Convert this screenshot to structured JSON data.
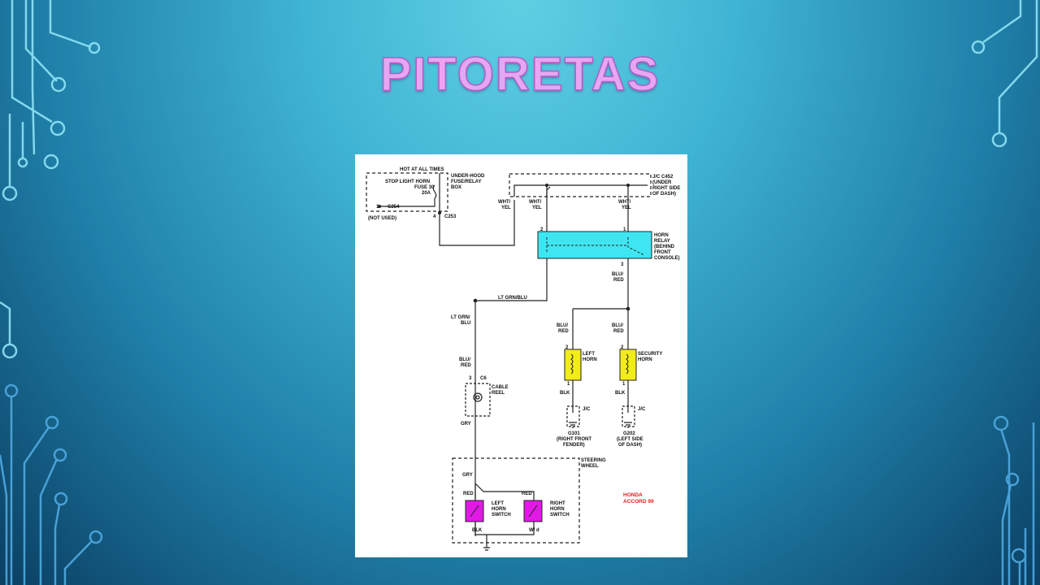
{
  "slide": {
    "title": "PITORETAS"
  },
  "diagram": {
    "fuse_box": {
      "header": "HOT AT ALL TIMES",
      "fuse_name_1": "STOP LIGHT HORN",
      "fuse_name_2": "FUSE 30",
      "fuse_rating": "20A",
      "box_label_1": "UNDER-HOOD",
      "box_label_2": "FUSE/RELAY",
      "box_label_3": "BOX",
      "pin_1": "1",
      "pin_4": "4",
      "conn_c254": "C254",
      "conn_c253": "C253",
      "not_used": "(NOT USED)"
    },
    "junction": {
      "label_1": "J/C C452",
      "label_2": "(UNDER",
      "label_3": "RIGHT SIDE",
      "label_4": "OF DASH)"
    },
    "wires": {
      "wht_yel_a_1": "WHT/",
      "wht_yel_a_2": "YEL",
      "wht_yel_b_1": "WHT/",
      "wht_yel_b_2": "YEL",
      "wht_yel_c_1": "WHT/",
      "wht_yel_c_2": "YEL",
      "lt_grn_blu_h": "LT GRN/BLU",
      "lt_grn_blu_v_1": "LT GRN/",
      "lt_grn_blu_v_2": "BLU",
      "blu_red_relay_1": "BLU/",
      "blu_red_relay_2": "RED",
      "blu_red_cable_1": "BLU/",
      "blu_red_cable_2": "RED",
      "blu_red_left_1": "BLU/",
      "blu_red_left_2": "RED",
      "blu_red_sec_1": "BLU/",
      "blu_red_sec_2": "RED",
      "blk_left": "BLK",
      "blk_sec": "BLK",
      "gry_upper": "GRY",
      "gry_lower": "GRY",
      "red_left": "RED",
      "red_right": "RED",
      "blk_switch_left": "BLK",
      "blk_switch_right": "W/ d"
    },
    "relay": {
      "label_1": "HORN",
      "label_2": "RELAY",
      "label_3": "(BEHIND",
      "label_4": "FRONT",
      "label_5": "CONSOLE)",
      "pin_2": "2",
      "pin_1": "1",
      "pin_3": "3",
      "color": "#3fe6f2"
    },
    "cable_reel": {
      "label_1": "CABLE",
      "label_2": "REEL",
      "pin": "3",
      "conn": "C6"
    },
    "left_horn": {
      "label_1": "LEFT",
      "label_2": "HORN",
      "pin_2": "2",
      "pin_1": "1",
      "color": "#f2ec1a"
    },
    "security_horn": {
      "label_1": "SECURITY",
      "label_2": "HORN",
      "pin_2": "2",
      "pin_1": "1",
      "color": "#f2ec1a"
    },
    "ground_g101": {
      "jc": "J/C",
      "name": "G101",
      "loc_1": "(RIGHT FRONT",
      "loc_2": "FENDER)"
    },
    "ground_g202": {
      "jc": "J/C",
      "name": "G202",
      "loc_1": "(LEFT SIDE",
      "loc_2": "OF DASH)"
    },
    "steering": {
      "label_1": "STEERING",
      "label_2": "WHEEL"
    },
    "left_switch": {
      "label_1": "LEFT",
      "label_2": "HORN",
      "label_3": "SWITCH",
      "color": "#e219e6"
    },
    "right_switch": {
      "label_1": "RIGHT",
      "label_2": "HORN",
      "label_3": "SWITCH",
      "color": "#e219e6"
    },
    "vehicle": {
      "make": "HONDA",
      "model": "ACCORD 99",
      "color": "#e21c1c"
    }
  }
}
